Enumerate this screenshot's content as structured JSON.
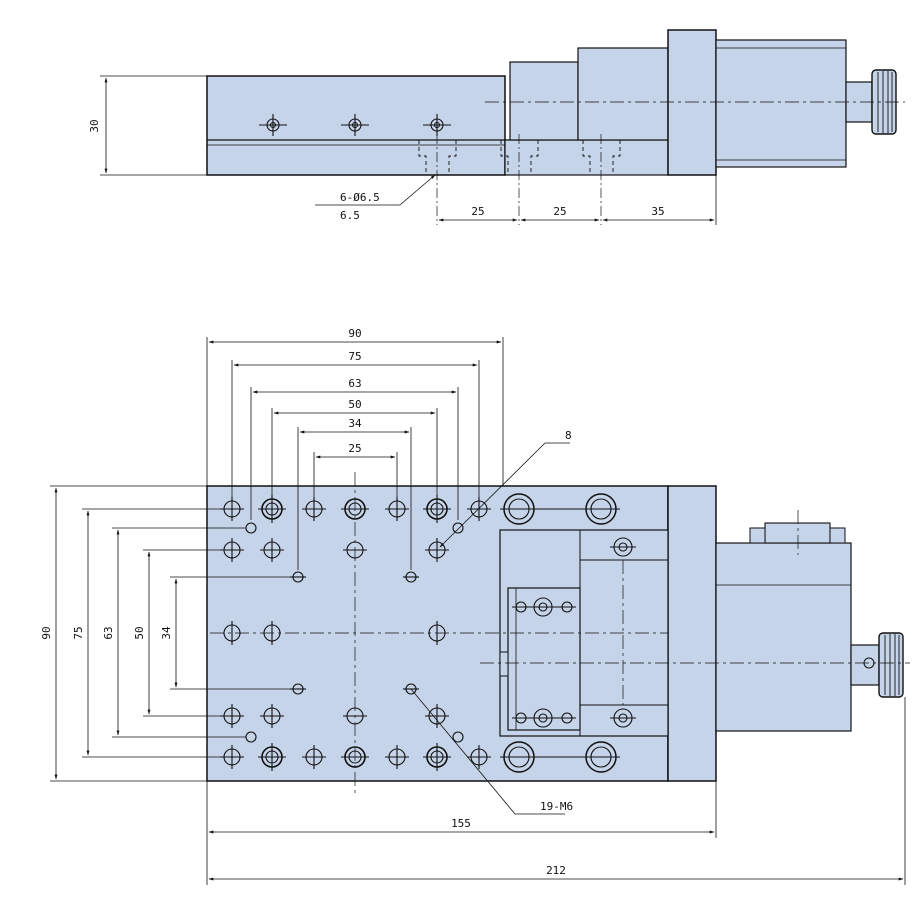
{
  "colors": {
    "part_fill": "#c6d4ea",
    "line": "#111111",
    "background": "#ffffff"
  },
  "side_view": {
    "height_label": "30",
    "hole_note_line1": "6-Ø6.5",
    "hole_note_line2": "6.5",
    "spacing_labels": [
      "25",
      "25",
      "35"
    ]
  },
  "top_view": {
    "width_labels": [
      "90",
      "75",
      "63",
      "50",
      "34",
      "25"
    ],
    "height_labels": [
      "90",
      "75",
      "63",
      "50",
      "34"
    ],
    "hole_callout": "8",
    "thread_callout": "19-M6",
    "length_label": "155",
    "overall_label": "212"
  }
}
